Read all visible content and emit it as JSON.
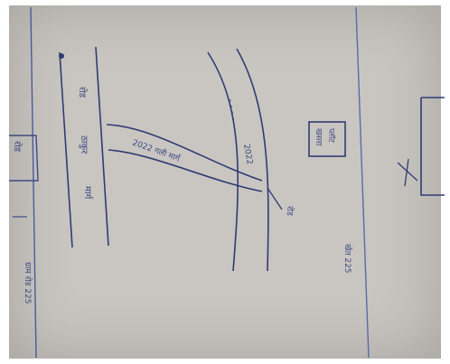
{
  "document": {
    "type": "hand-drawn site sketch (rotated photo)",
    "labels": {
      "road_top": "रोड",
      "road_middle": "ठाकुर",
      "road_bottom": "मार्ग",
      "lane": "2022 गली मार्ग",
      "dots": "- - - -",
      "river_mark": "2022",
      "box_label": "खसरा",
      "site_label": "प्लॉट",
      "margin_top": "रोड",
      "margin_bottom": "ग्राम रोड 225",
      "right_label": "खेत 225",
      "far_right": "रोड"
    }
  }
}
